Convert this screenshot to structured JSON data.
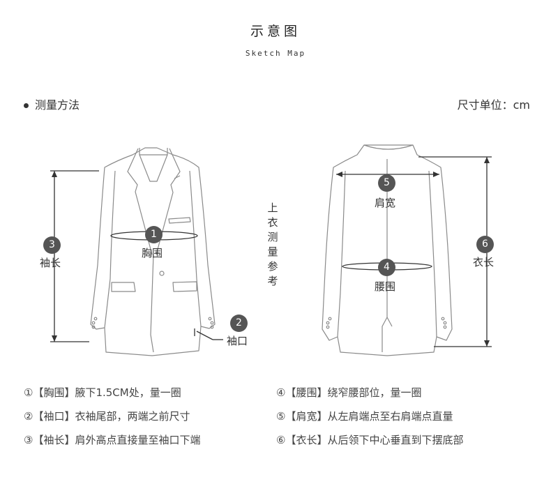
{
  "header": {
    "title": "示意图",
    "subtitle": "Sketch Map"
  },
  "method_label": "测量方法",
  "unit_label": "尺寸单位：cm",
  "vertical_label": [
    "上",
    "衣",
    "测",
    "量",
    "参",
    "考"
  ],
  "markers": [
    {
      "num": "1",
      "label": "胸围"
    },
    {
      "num": "2",
      "label": "袖口"
    },
    {
      "num": "3",
      "label": "袖长"
    },
    {
      "num": "4",
      "label": "腰围"
    },
    {
      "num": "5",
      "label": "肩宽"
    },
    {
      "num": "6",
      "label": "衣长"
    }
  ],
  "notes_left": [
    "①【胸围】腋下1.5CM处，量一圈",
    "②【袖口】衣袖尾部，两端之前尺寸",
    "③【袖长】肩外高点直接量至袖口下端"
  ],
  "notes_right": [
    "④【腰围】绕窄腰部位，量一圈",
    "⑤【肩宽】从左肩端点至右肩端点直量",
    "⑥【衣长】从后领下中心垂直到下摆底部"
  ],
  "colors": {
    "line": "#888888",
    "marker": "#555555",
    "text": "#333333"
  }
}
